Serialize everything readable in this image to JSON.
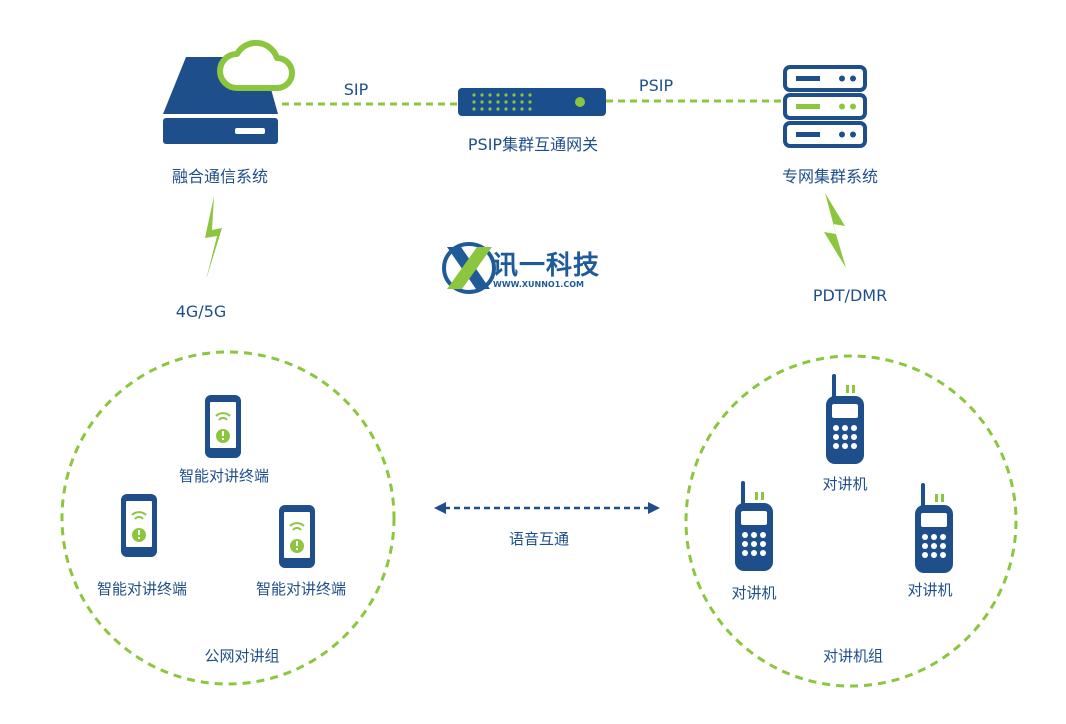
{
  "nodes": {
    "fusion_system": "融合通信系统",
    "gateway": "PSIP集群互通网关",
    "private_trunk": "专网集群系统",
    "public_group": "公网对讲组",
    "radio_group": "对讲机组"
  },
  "links": {
    "sip": "SIP",
    "psip": "PSIP",
    "cellular": "4G/5G",
    "pdt": "PDT/DMR",
    "voice": "语音互通"
  },
  "terminals": {
    "smart_label": "智能对讲终端",
    "radio_label": "对讲机"
  },
  "brand": {
    "name": "讯一科技",
    "url": "WWW.XUNNO1.COM"
  },
  "colors": {
    "primary": "#1f4f8b",
    "green": "#8cc63f",
    "gateway": "#1b4e8c"
  }
}
